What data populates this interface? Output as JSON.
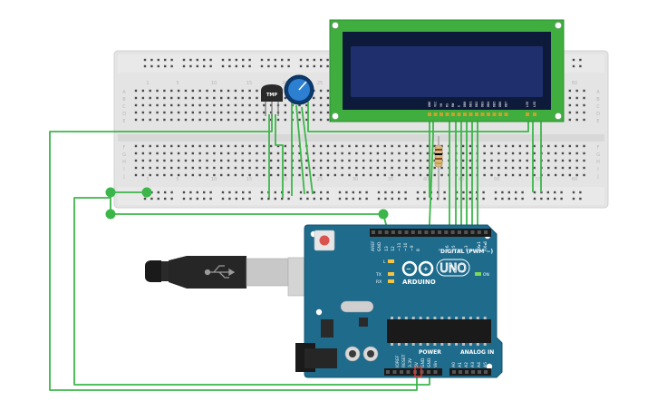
{
  "breadboard": {
    "col_numbers_top": [
      "1",
      "5",
      "10",
      "15",
      "20",
      "25",
      "30",
      "35",
      "40",
      "45",
      "50",
      "55",
      "60"
    ],
    "col_numbers_bottom": [
      "1",
      "5",
      "10",
      "15",
      "20",
      "25",
      "30",
      "35",
      "40",
      "45",
      "50",
      "55",
      "60"
    ],
    "row_letters_top": [
      "A",
      "B",
      "C",
      "D",
      "E"
    ],
    "row_letters_bottom": [
      "F",
      "G",
      "H",
      "I",
      "J"
    ]
  },
  "sensor": {
    "label": "TMP"
  },
  "lcd": {
    "pins": [
      "GND",
      "VCC",
      "V0",
      "RS",
      "RW",
      "E",
      "DB0",
      "DB1",
      "DB2",
      "DB3",
      "DB4",
      "DB5",
      "DB6",
      "DB7",
      "LED",
      "LED"
    ]
  },
  "arduino": {
    "brand": "ARDUINO",
    "model": "UNO",
    "digital_label": "DIGITAL (PWM ~)",
    "power_label": "POWER",
    "analog_label": "ANALOG IN",
    "on_label": "ON",
    "l_label": "L",
    "tx_label": "TX",
    "rx_label": "RX",
    "digital_pins": [
      "AREF",
      "GND",
      "13",
      "12",
      "~11",
      "~10",
      "~9",
      "8",
      "7",
      "~6",
      "~5",
      "4",
      "~3",
      "2",
      "TX▸1",
      "RX◂0"
    ],
    "power_pins": [
      "IOREF",
      "RESET",
      "3.3V",
      "5V",
      "GND",
      "GND",
      "Vin"
    ],
    "analog_pins": [
      "A0",
      "A1",
      "A2",
      "A3",
      "A4",
      "A5"
    ]
  },
  "colors": {
    "wire": "#3cb64a",
    "breadboard": "#e6e6e6",
    "pcb": "#1e6b8c",
    "lcd_frame": "#3fae3f",
    "lcd_screen": "#1f2f6e"
  }
}
